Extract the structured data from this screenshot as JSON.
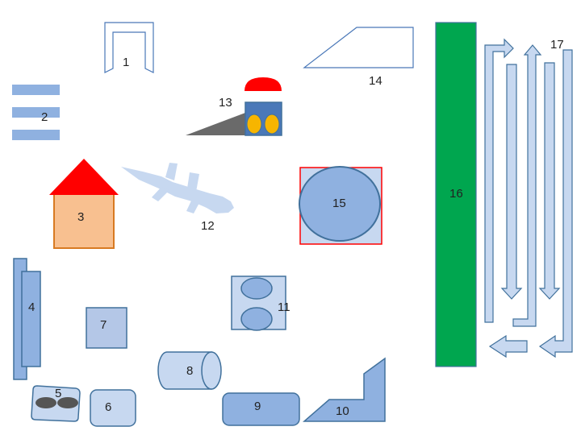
{
  "colors": {
    "light_fill": "#c7d8f0",
    "mid_fill": "#8fb1e0",
    "stroke": "#41719c",
    "outline": "#4a78b8",
    "red": "#ff0000",
    "orange_fill": "#f8c090",
    "orange_stroke": "#d87a22",
    "green": "#00a64f",
    "gray": "#6a6a6a",
    "yellow": "#f7b500",
    "dark_ellipse": "#555555"
  },
  "shapes": {
    "s1": {
      "label": "1",
      "kind": "bracket-outline"
    },
    "s2": {
      "label": "2",
      "kind": "three-bars"
    },
    "s3": {
      "label": "3",
      "kind": "house"
    },
    "s4": {
      "label": "4",
      "kind": "double-rectangle"
    },
    "s5": {
      "label": "5",
      "kind": "tile-two-ovals"
    },
    "s6": {
      "label": "6",
      "kind": "rounded-square"
    },
    "s7": {
      "label": "7",
      "kind": "square"
    },
    "s8": {
      "label": "8",
      "kind": "cylinder"
    },
    "s9": {
      "label": "9",
      "kind": "rounded-rectangle"
    },
    "s10": {
      "label": "10",
      "kind": "l-shape"
    },
    "s11": {
      "label": "11",
      "kind": "rectangle-two-ovals"
    },
    "s12": {
      "label": "12",
      "kind": "lizard"
    },
    "s13": {
      "label": "13",
      "kind": "vehicle-with-ramp"
    },
    "s14": {
      "label": "14",
      "kind": "trapezoid-outline"
    },
    "s15": {
      "label": "15",
      "kind": "circle-in-square"
    },
    "s16": {
      "label": "16",
      "kind": "tall-bar"
    },
    "s17": {
      "label": "17",
      "kind": "serpentine-arrows"
    }
  }
}
